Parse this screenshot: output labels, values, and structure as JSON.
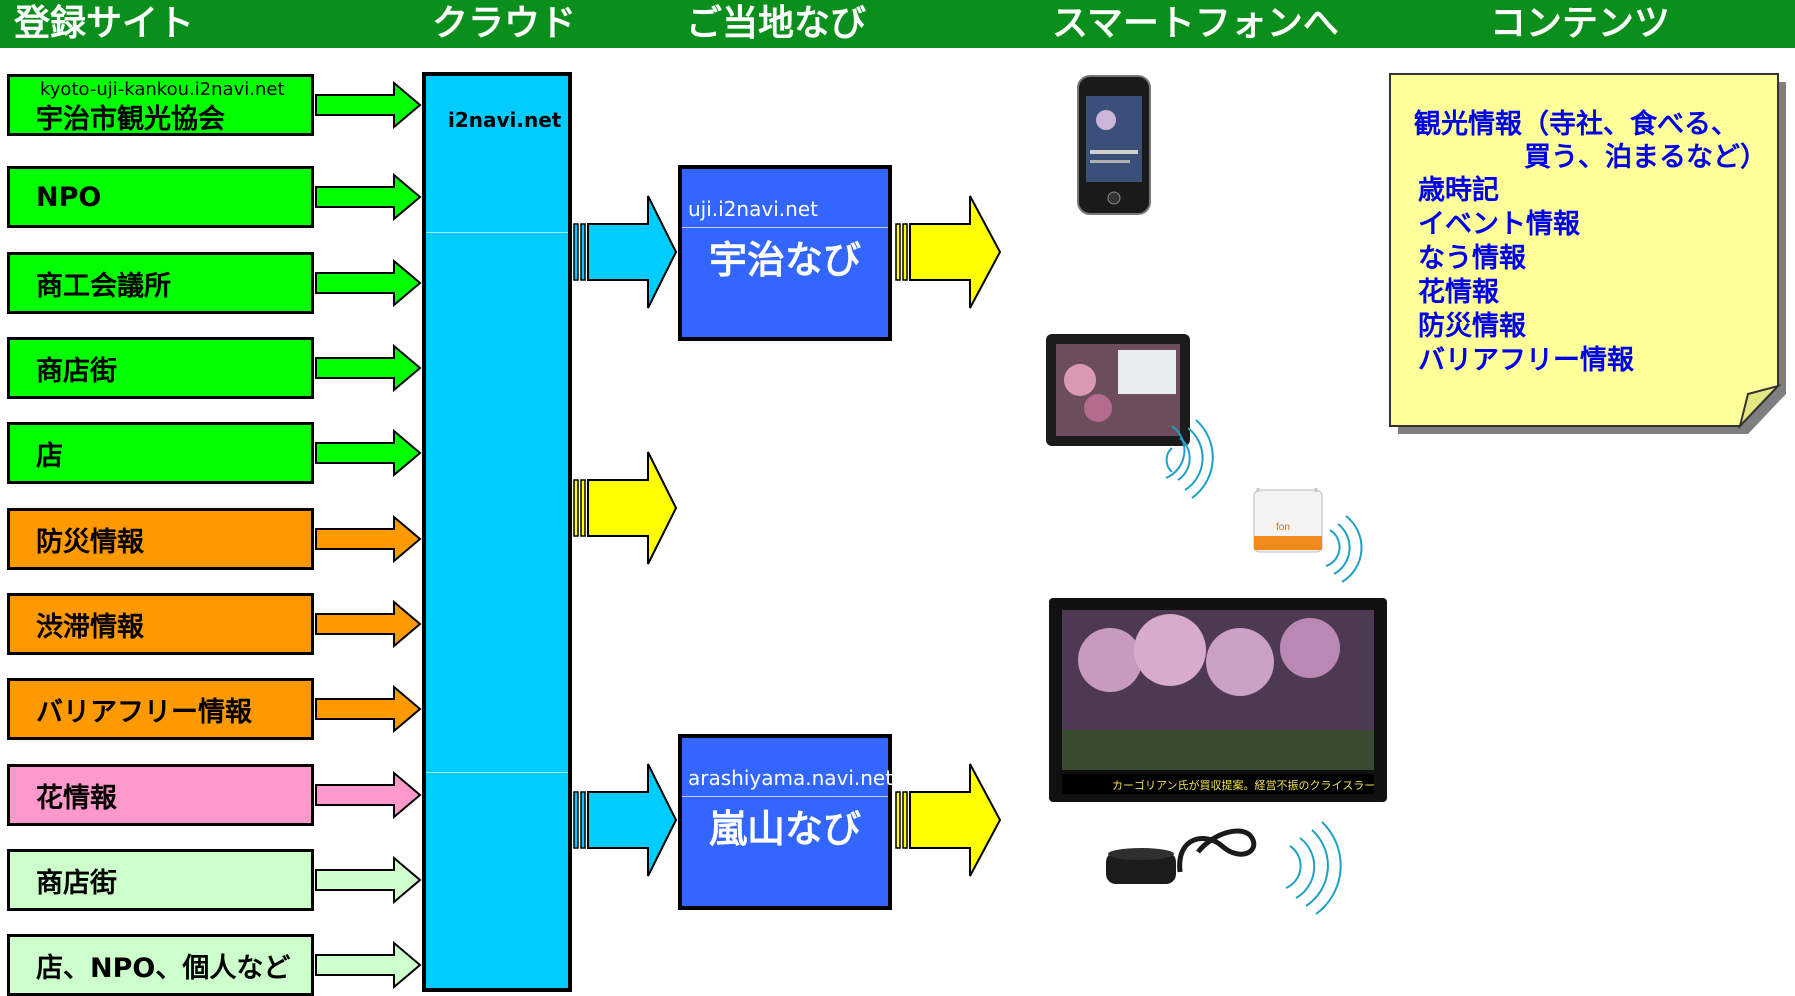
{
  "header": {
    "col_sources": "登録サイト",
    "col_cloud": "クラウド",
    "col_local": "ご当地なび",
    "col_smartphone": "スマートフォンへ",
    "col_contents": "コンテンツ"
  },
  "sources": [
    {
      "label": "宇治市観光協会",
      "sublabel": "kyoto-uji-kankou.i2navi.net"
    },
    {
      "label": "NPO"
    },
    {
      "label": "商工会議所"
    },
    {
      "label": "商店街"
    },
    {
      "label": "店"
    },
    {
      "label": "防災情報"
    },
    {
      "label": "渋滞情報"
    },
    {
      "label": "バリアフリー情報"
    },
    {
      "label": "花情報"
    },
    {
      "label": "商店街"
    },
    {
      "label": "店、NPO、個人など"
    }
  ],
  "cloud": {
    "label": "i2navi.net"
  },
  "navi_sites": [
    {
      "url": "uji.i2navi.net",
      "name": "宇治なび"
    },
    {
      "url": "arashiyama.navi.net",
      "name": "嵐山なび"
    }
  ],
  "contents_note": {
    "lines": [
      "観光情報（寺社、食べる、",
      "買う、泊まるなど）",
      "歳時記",
      "イベント情報",
      "なう情報",
      "花情報",
      "防災情報",
      "バリアフリー情報"
    ]
  },
  "devices": {
    "tv_caption": "カーゴリアン氏が買収提案。経営不振のクライスラー",
    "router_logo": "fon"
  },
  "colors": {
    "header_bg": "#0b8f1c",
    "source_green": "#00ff00",
    "source_orange": "#ff9900",
    "source_pink": "#ff99cc",
    "source_light_green": "#ccffcc",
    "cloud": "#00ccff",
    "navi": "#3366ff",
    "arrow_yellow": "#ffff00",
    "note_bg": "#ffff99",
    "note_text": "#0000ee"
  }
}
